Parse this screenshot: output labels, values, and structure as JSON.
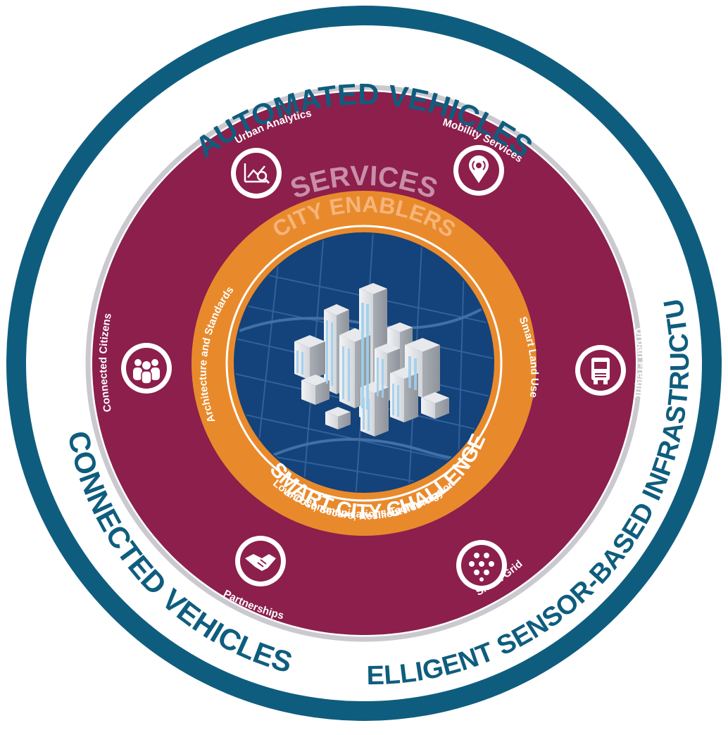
{
  "colors": {
    "outer_ring": "#0f5d7e",
    "outer_band": "#ffffff",
    "thin_ring": "#c9c9cf",
    "services_ring": "#8c1f4c",
    "enablers_ring": "#e88a2c",
    "center": "#14427a",
    "services_title": "#c98fa6",
    "enablers_title": "#f6b47a",
    "text_light": "#ffffff"
  },
  "outer_labels": {
    "top": "AUTOMATED VEHICLES",
    "left": "CONNECTED VEHICLES",
    "right": "INTELLIGENT SENSOR-BASED INFRASTRUCTURE"
  },
  "services": {
    "title": "SERVICES",
    "items": [
      {
        "label": "Urban Analytics",
        "icon": "analytics-chart-magnifier-icon"
      },
      {
        "label": "Mobility Services",
        "icon": "location-pin-signal-icon"
      },
      {
        "label": "Connected Citizens",
        "icon": "people-group-icon"
      },
      {
        "label": "Urban Freight",
        "icon": "truck-icon"
      },
      {
        "label": "Partnerships",
        "icon": "handshake-icon"
      },
      {
        "label": "Smart Grid",
        "icon": "dot-grid-icon"
      }
    ]
  },
  "enablers": {
    "title": "CITY ENABLERS",
    "left": "Architecture and Standards",
    "right": "Smart Land Use",
    "bottom_line1": "Low-Cost, Secure, Resilient Information",
    "bottom_line2": "and Communications Technology"
  },
  "center": {
    "title": "SMART CITY CHALLENGE",
    "illustration": "city-buildings-illustration"
  }
}
